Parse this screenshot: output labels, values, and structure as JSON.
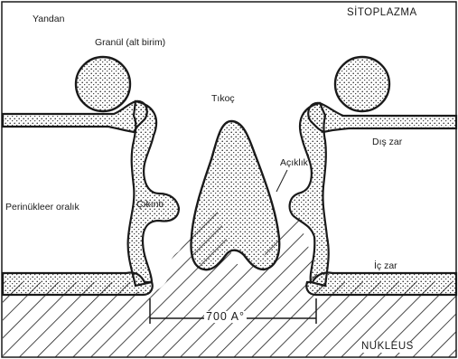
{
  "labels": {
    "side_view": "Yandan",
    "granule": "Granül (alt birim)",
    "cytoplasm": "SİTOPLAZMA",
    "plug": "Tıkoç",
    "outer_membrane": "Dış zar",
    "opening": "Açıklık",
    "perinuclear_space": "Perinükleer oralık",
    "projection": "Çıkıntı",
    "inner_membrane": "İç zar",
    "dimension": "700 A°",
    "nucleus": "NUKLEUS"
  },
  "colors": {
    "ink": "#1a1a1a",
    "background": "#ffffff"
  }
}
